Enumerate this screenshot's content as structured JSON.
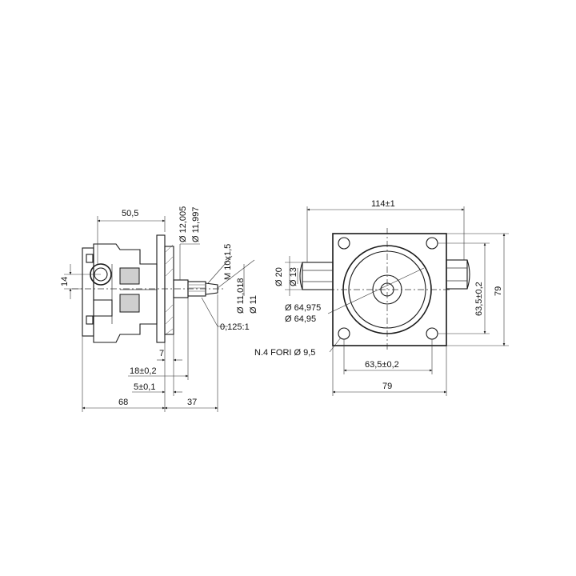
{
  "side_view": {
    "dim_top": "50,5",
    "dim_left": "14",
    "dia_shaft_max": "Ø 12,005",
    "dia_shaft_min": "Ø 11,997",
    "thread": "M 10x1,5",
    "dia_pilot_max": "Ø 11,018",
    "dia_pilot_min": "Ø 11",
    "taper": "0,125:1",
    "dim_7": "7",
    "dim_18": "18±0,2",
    "dim_5": "5±0,1",
    "dim_68": "68",
    "dim_37": "37"
  },
  "front_view": {
    "dim_top": "114±1",
    "dia_20": "Ø 20",
    "dia_13": "Ø 13",
    "dia_flange_max": "Ø 64,975",
    "dia_flange_min": "Ø 64,95",
    "holes": "N.4 FORI Ø 9,5",
    "dim_bottom_inner": "63,5±0,2",
    "dim_bottom_outer": "79",
    "dim_right_inner": "63,5±0,2",
    "dim_right_outer": "79"
  }
}
